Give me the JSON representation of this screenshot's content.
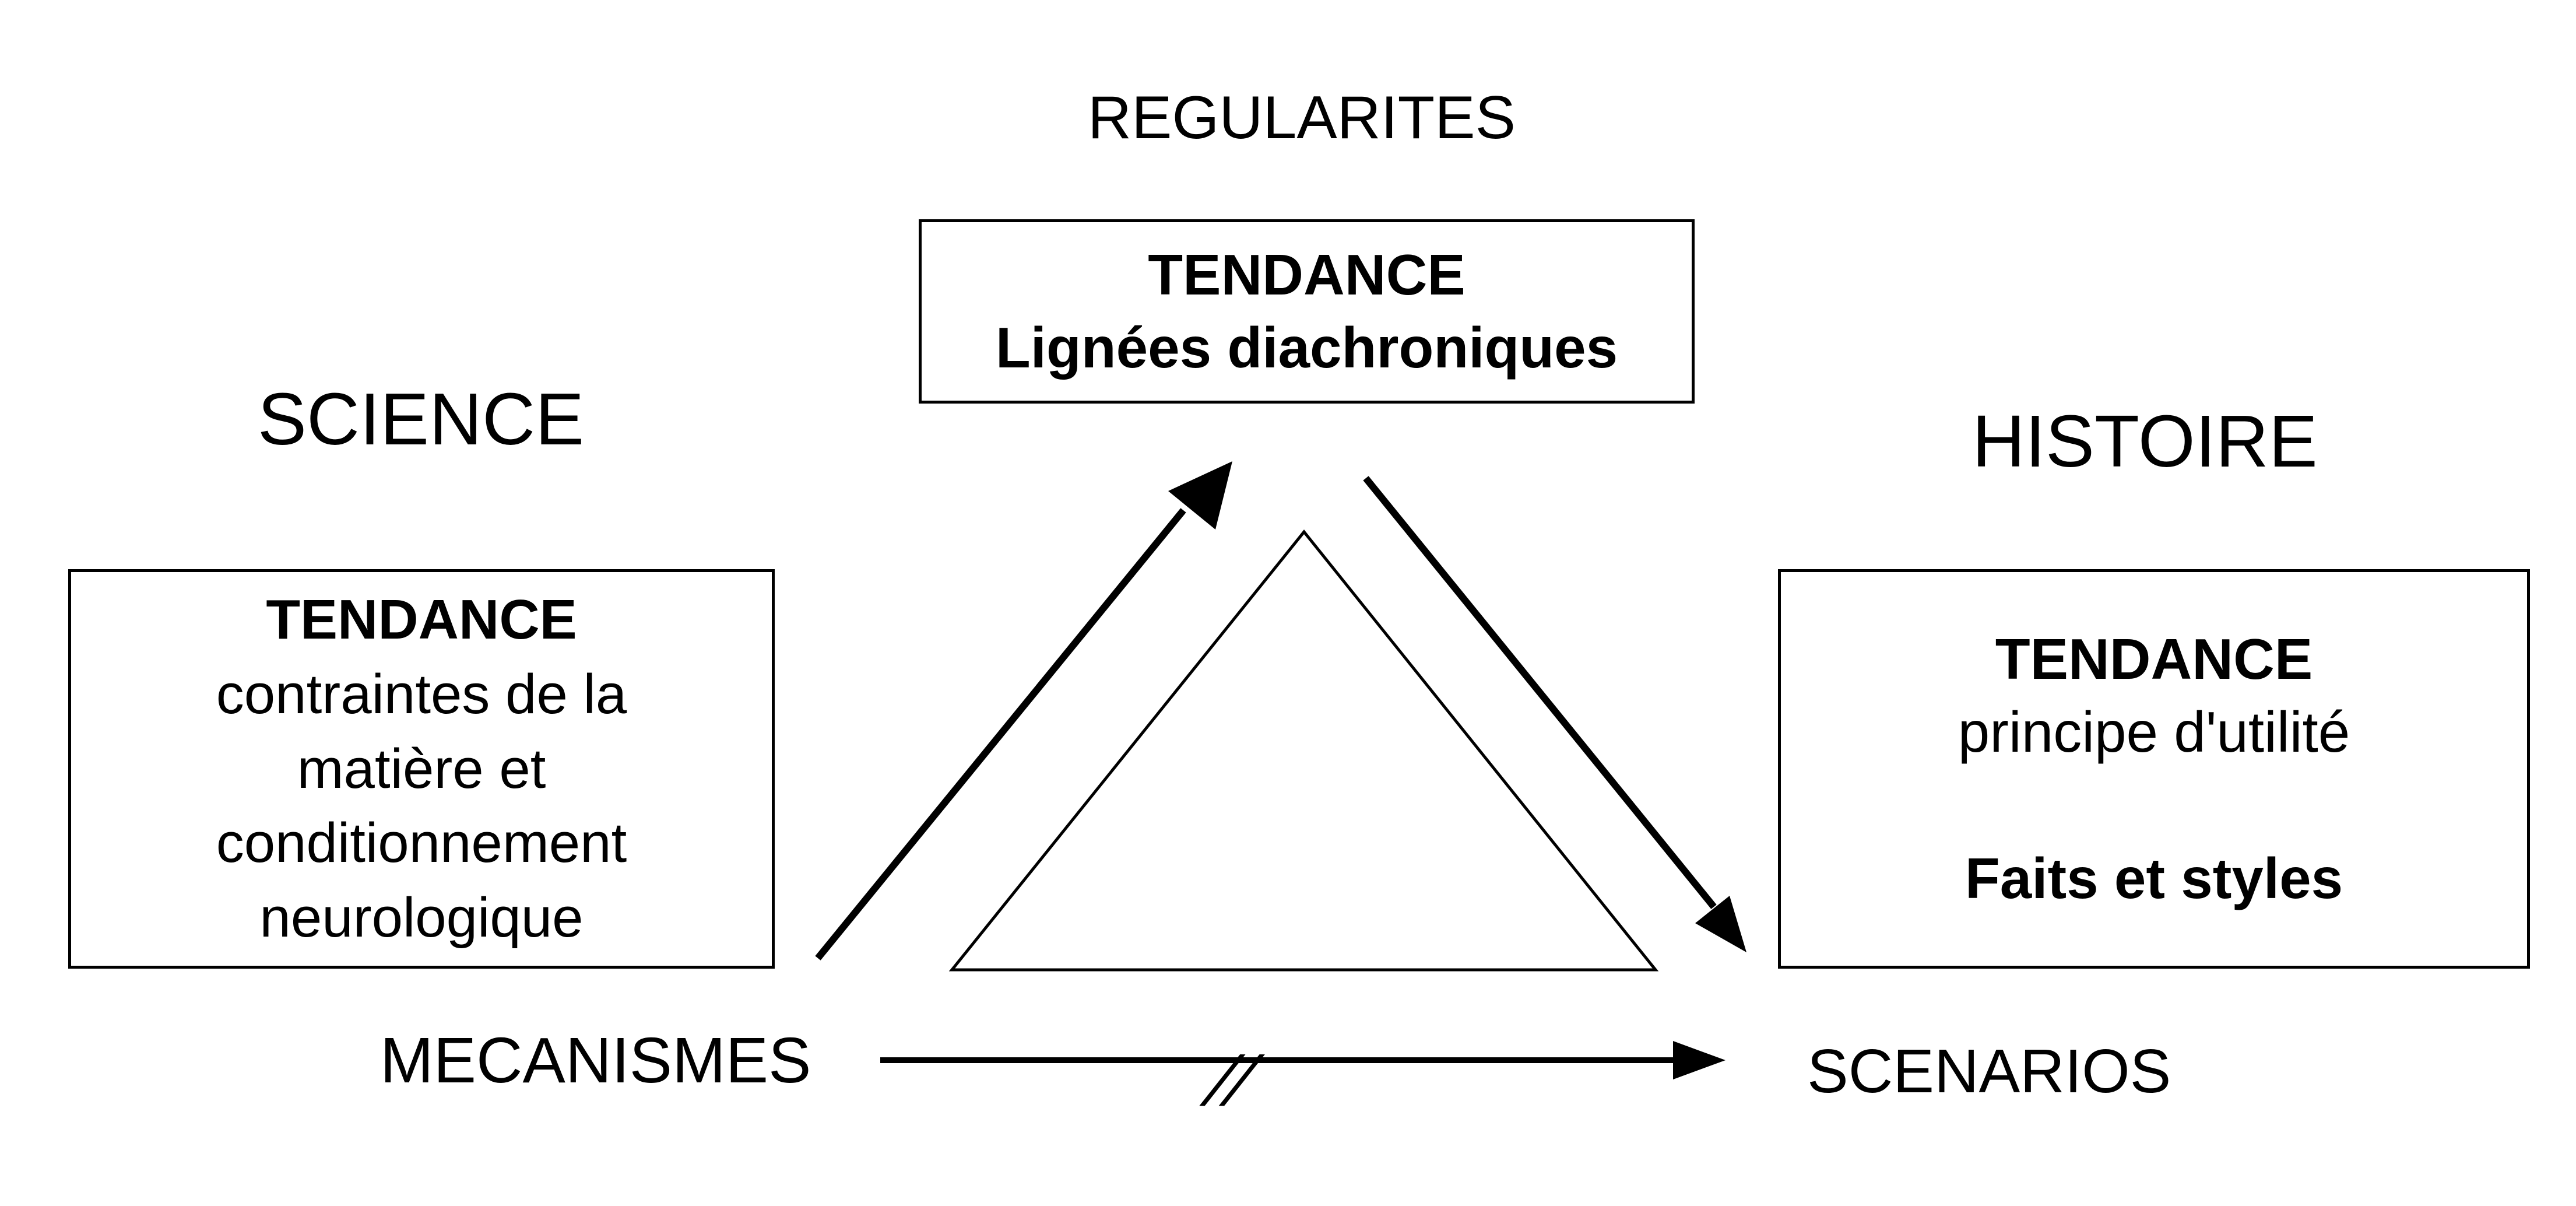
{
  "labels": {
    "top": "REGULARITES",
    "left": "SCIENCE",
    "right": "HISTOIRE",
    "bottom_left": "MECANISMES",
    "bottom_right": "SCENARIOS",
    "break_mark": "//"
  },
  "boxes": {
    "top": {
      "title": "TENDANCE",
      "subtitle": "Lignées diachroniques"
    },
    "left": {
      "title": "TENDANCE",
      "lines": [
        "contraintes de la",
        "matière et",
        "conditionnement",
        "neurologique"
      ]
    },
    "right": {
      "title": "TENDANCE",
      "line": "principe d'utilité",
      "footer": "Faits et styles"
    }
  },
  "colors": {
    "ink": "#000000",
    "background": "#ffffff"
  }
}
